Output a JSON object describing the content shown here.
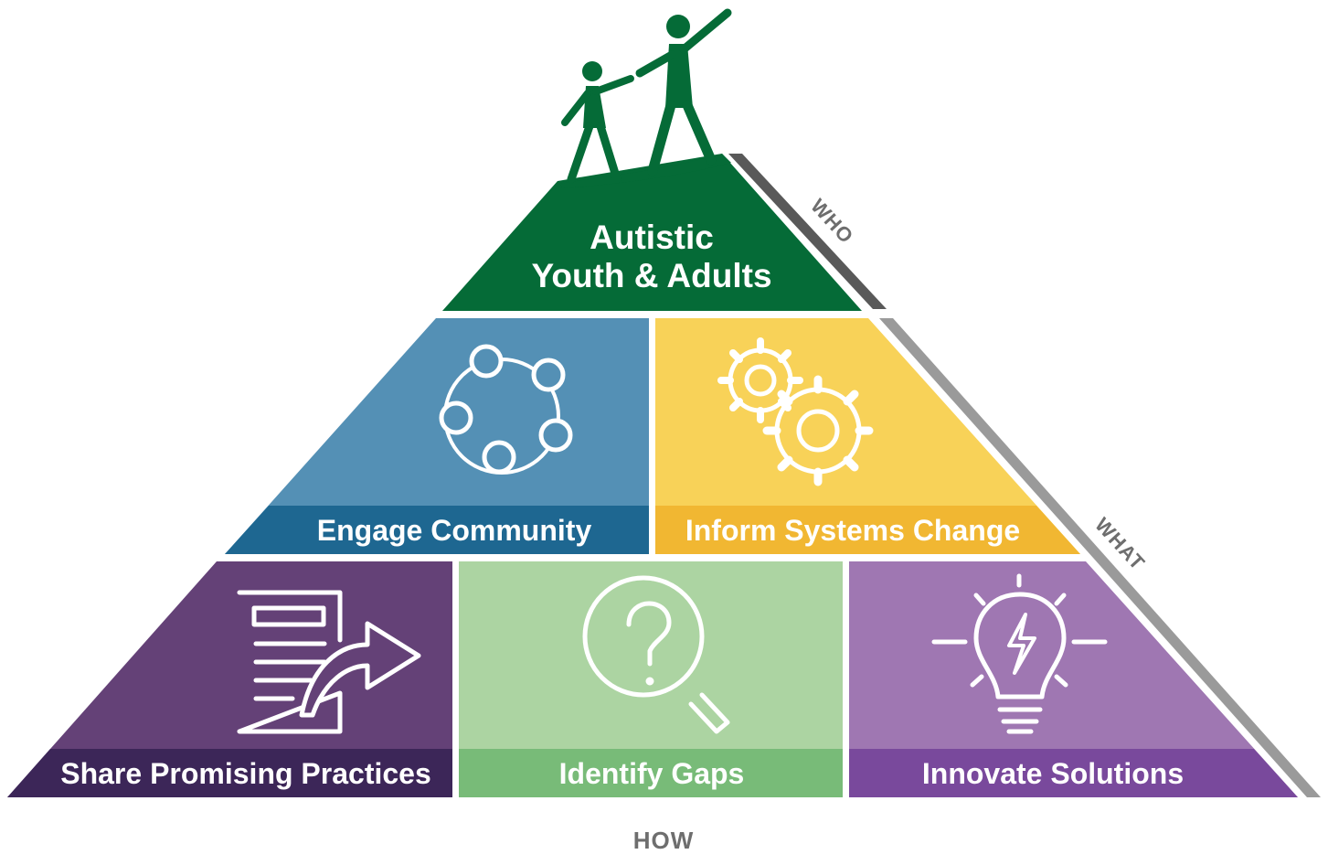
{
  "top": {
    "title_line1": "Autistic",
    "title_line2": "Youth & Adults",
    "color": "#056b37"
  },
  "middle": [
    {
      "label": "Engage Community",
      "icon": "community-circle-icon",
      "color": "#5490b5",
      "band_color": "#1e6791"
    },
    {
      "label": "Inform Systems Change",
      "icon": "gears-icon",
      "color": "#f8d258",
      "band_color": "#f1b732"
    }
  ],
  "bottom": [
    {
      "label": "Share Promising Practices",
      "icon": "document-share-icon",
      "color": "#644177",
      "band_color": "#3c2658"
    },
    {
      "label": "Identify Gaps",
      "icon": "magnifier-question-icon",
      "color": "#acd4a2",
      "band_color": "#78bb78"
    },
    {
      "label": "Innovate Solutions",
      "icon": "lightbulb-icon",
      "color": "#9f77b2",
      "band_color": "#79499c"
    }
  ],
  "side_labels": {
    "who": "WHO",
    "what": "WHAT",
    "how": "HOW"
  },
  "logo": "climbers-helping-icon"
}
